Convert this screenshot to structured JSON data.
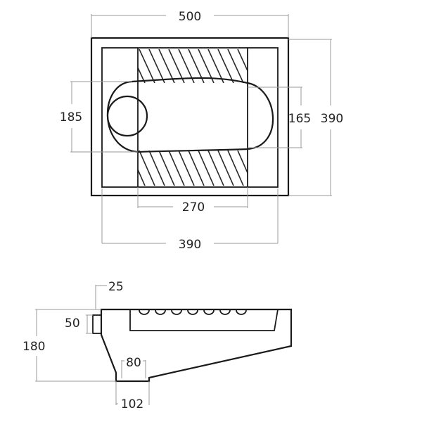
{
  "top_view": {
    "dims": {
      "overall_width": "500",
      "overall_depth": "390",
      "inner_width": "390",
      "hatch_span": "270",
      "left_span": "185",
      "right_span": "165"
    }
  },
  "side_view": {
    "dims": {
      "pipe_offset": "25",
      "pipe_height": "50",
      "total_height": "180",
      "base_inner": "80",
      "base_outer": "102"
    }
  }
}
